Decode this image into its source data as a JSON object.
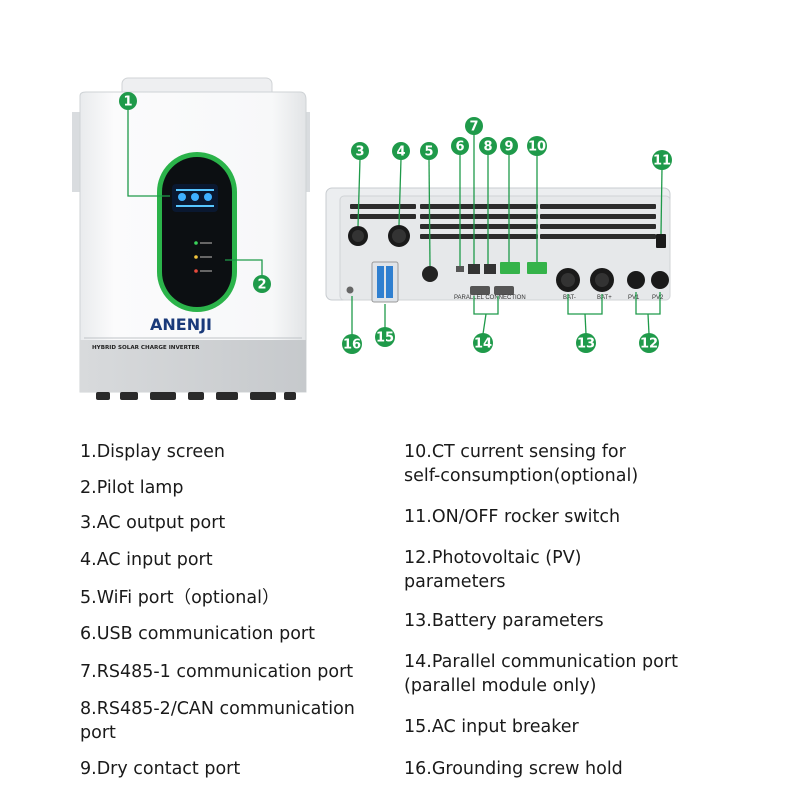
{
  "product": {
    "brand": "ANENJI",
    "model_label": "HYBRID SOLAR CHARGE INVERTER"
  },
  "callouts": [
    "1",
    "2",
    "3",
    "4",
    "5",
    "6",
    "7",
    "8",
    "9",
    "10",
    "11",
    "12",
    "13",
    "14",
    "15",
    "16"
  ],
  "legend_left": [
    "1.Display screen",
    "2.Pilot lamp",
    "3.AC output port",
    "4.AC input port",
    "5.WiFi port（optional）",
    "6.USB communication port",
    "7.RS485-1 communication port",
    "8.RS485-2/CAN communication",
    "port",
    "9.Dry contact port"
  ],
  "legend_right": [
    "10.CT current sensing for",
    "self-consumption(optional)",
    "11.ON/OFF rocker switch",
    "12.Photovoltaic (PV)",
    "parameters",
    "13.Battery parameters",
    "14.Parallel communication port",
    "(parallel module only)",
    "15.AC input breaker",
    "16.Grounding screw hold"
  ],
  "colors": {
    "callout": "#1f9a4a",
    "device_body": "#f4f5f6",
    "panel_green": "#2bb34a",
    "terminal_green": "#35b34a",
    "breaker_blue": "#2f7fd0"
  }
}
